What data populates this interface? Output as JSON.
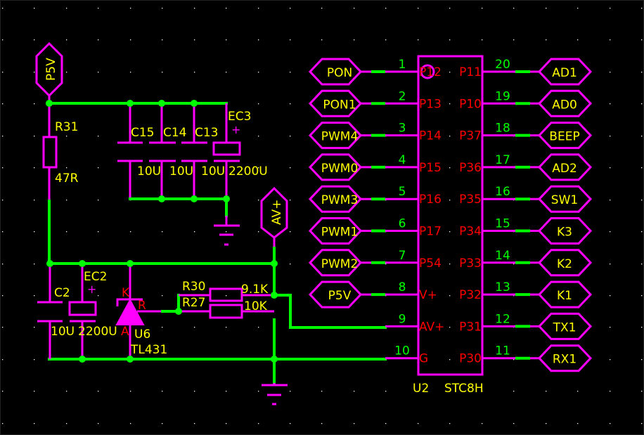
{
  "schematic": {
    "colors": {
      "background": "#000000",
      "wire": "#00ff00",
      "symbol": "#ff00ff",
      "label": "#ffff00",
      "pin_name": "#ff0000",
      "pin_number": "#00ff00",
      "grid": "#ffffff"
    },
    "power_flags": {
      "p5v_top": "P5V",
      "avplus": "AV+"
    },
    "components": {
      "r31": {
        "ref": "R31",
        "value": "47R"
      },
      "c15": {
        "ref": "C15",
        "value": "10U"
      },
      "c14": {
        "ref": "C14",
        "value": "10U"
      },
      "c13": {
        "ref": "C13",
        "value": "10U"
      },
      "ec3": {
        "ref": "EC3",
        "value": "2200U",
        "polarity": "+"
      },
      "c2": {
        "ref": "C2",
        "value": "10U"
      },
      "ec2": {
        "ref": "EC2",
        "value": "2200U",
        "polarity": "+"
      },
      "u6": {
        "ref": "U6",
        "value": "TL431",
        "pin_k": "K",
        "pin_r": "R",
        "pin_a": "A"
      },
      "r30": {
        "ref": "R30",
        "value": "9.1K"
      },
      "r27": {
        "ref": "R27",
        "value": "10K"
      },
      "u2": {
        "ref": "U2",
        "value": "STC8H"
      }
    },
    "ic_left_pins": [
      {
        "num": "1",
        "name": "P12",
        "net": "PON"
      },
      {
        "num": "2",
        "name": "P13",
        "net": "PON1"
      },
      {
        "num": "3",
        "name": "P14",
        "net": "PWM4"
      },
      {
        "num": "4",
        "name": "P15",
        "net": "PWM0"
      },
      {
        "num": "5",
        "name": "P16",
        "net": "PWM3"
      },
      {
        "num": "6",
        "name": "P17",
        "net": "PWM1"
      },
      {
        "num": "7",
        "name": "P54",
        "net": "PWM2"
      },
      {
        "num": "8",
        "name": "V+",
        "net": "P5V"
      },
      {
        "num": "9",
        "name": "AV+",
        "net": ""
      },
      {
        "num": "10",
        "name": "G",
        "net": ""
      }
    ],
    "ic_right_pins": [
      {
        "num": "20",
        "name": "P11",
        "net": "AD1"
      },
      {
        "num": "19",
        "name": "P10",
        "net": "AD0"
      },
      {
        "num": "18",
        "name": "P37",
        "net": "BEEP"
      },
      {
        "num": "17",
        "name": "P36",
        "net": "AD2"
      },
      {
        "num": "16",
        "name": "P35",
        "net": "SW1"
      },
      {
        "num": "15",
        "name": "P34",
        "net": "K3"
      },
      {
        "num": "14",
        "name": "P33",
        "net": "K2"
      },
      {
        "num": "13",
        "name": "P32",
        "net": "K1"
      },
      {
        "num": "12",
        "name": "P31",
        "net": "TX1"
      },
      {
        "num": "11",
        "name": "P30",
        "net": "RX1"
      }
    ]
  }
}
